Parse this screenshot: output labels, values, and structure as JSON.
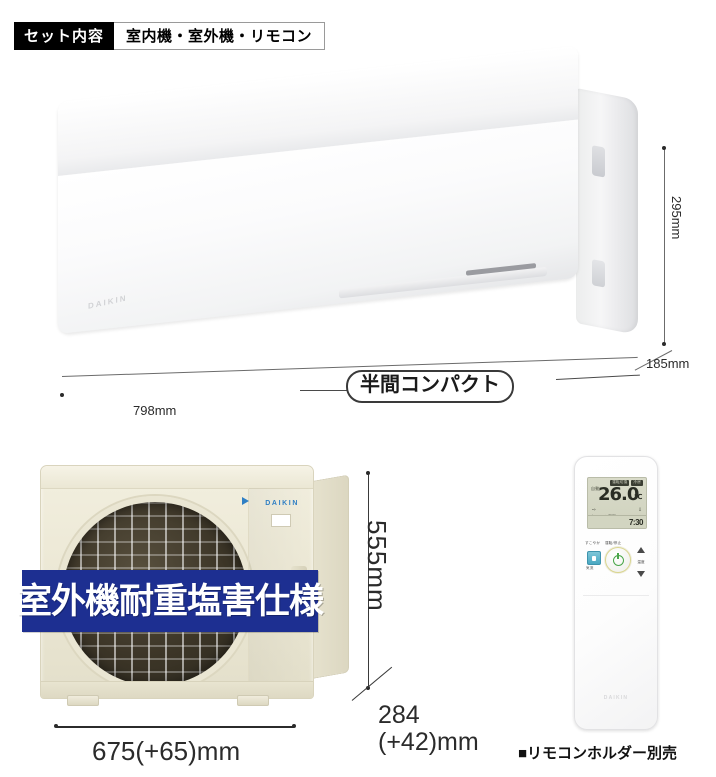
{
  "header": {
    "tag_label": "セット内容",
    "value_label": "室内機・室外機・リモコン"
  },
  "indoor_unit": {
    "name": "室内機",
    "brand": "DAIKIN",
    "dimensions": {
      "width": "798mm",
      "height": "295mm",
      "depth": "185mm"
    },
    "callout": "半間コンパクト"
  },
  "outdoor_unit": {
    "name": "室外機",
    "brand": "DAIKIN",
    "banner_text": "室外機耐重塩害仕様",
    "banner_color": "#1d2f91",
    "dimensions": {
      "width": "675(+65)mm",
      "height": "555mm",
      "depth_line1": "284",
      "depth_line2": "(+42)mm"
    }
  },
  "remote": {
    "name": "リモコン",
    "brand": "DAIKIN",
    "display": {
      "temperature": "26.0",
      "temperature_unit": "℃",
      "badge_1": "運転切換",
      "badge_2": "冷房",
      "indicator_left": "自動",
      "note": "おこのみ運転",
      "timer": "7:30",
      "timer_unit": "入切"
    },
    "buttons": {
      "left_label_top": "すこやか",
      "left_label_bottom": "気流",
      "power_label": "運転/停止",
      "arrows_label": "温度"
    },
    "note": "■リモコンホルダー別売"
  },
  "colors": {
    "badge_black": "#000000",
    "banner_blue": "#1d2f91",
    "daikin_blue": "#2f7fc4",
    "outdoor_beige": "#ece8d5",
    "dimension_gray": "#3a3a3a"
  }
}
